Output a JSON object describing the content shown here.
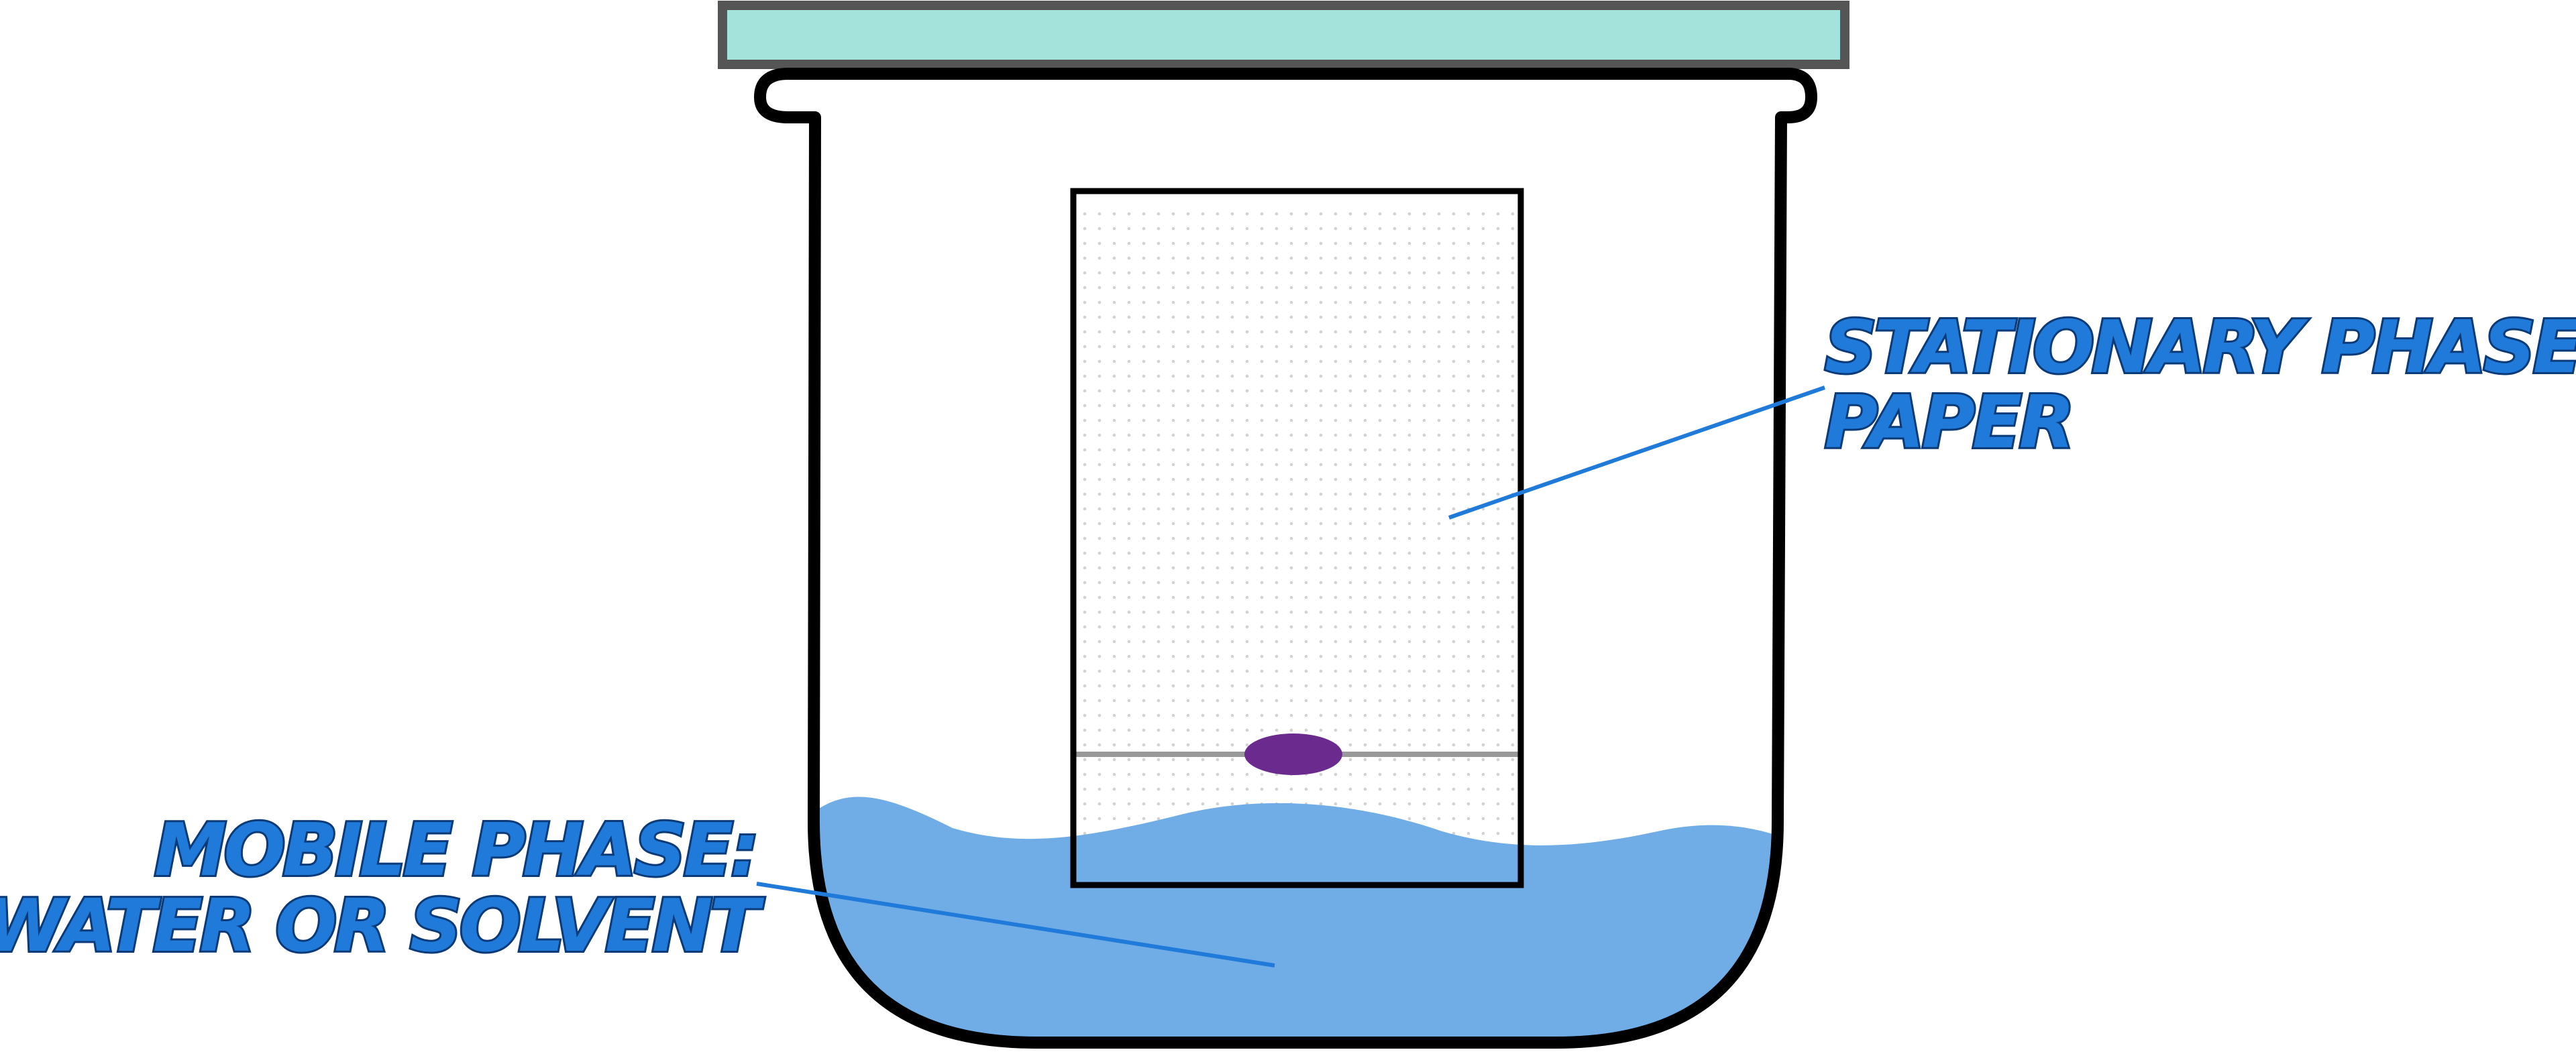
{
  "labels": {
    "stationary": {
      "line1": "STATIONARY PHASE:",
      "line2": "PAPER"
    },
    "mobile": {
      "line1": "MOBILE PHASE:",
      "line2": "WATER OR SOLVENT"
    }
  },
  "colors": {
    "label_fill": "#1f7ad9",
    "label_outline": "#0a3a78",
    "pointer_line": "#1f7ad9",
    "lid_fill": "#a4e2dc",
    "lid_border": "#555555",
    "beaker_outline": "#000000",
    "liquid": "#6aaae6",
    "spot": "#6a2a8e",
    "baseline": "#999999",
    "paper_dots": "#d2d2d2"
  },
  "icons": {
    "sample_spot": "purple-ellipse",
    "paper_texture": "dotted-grid"
  }
}
